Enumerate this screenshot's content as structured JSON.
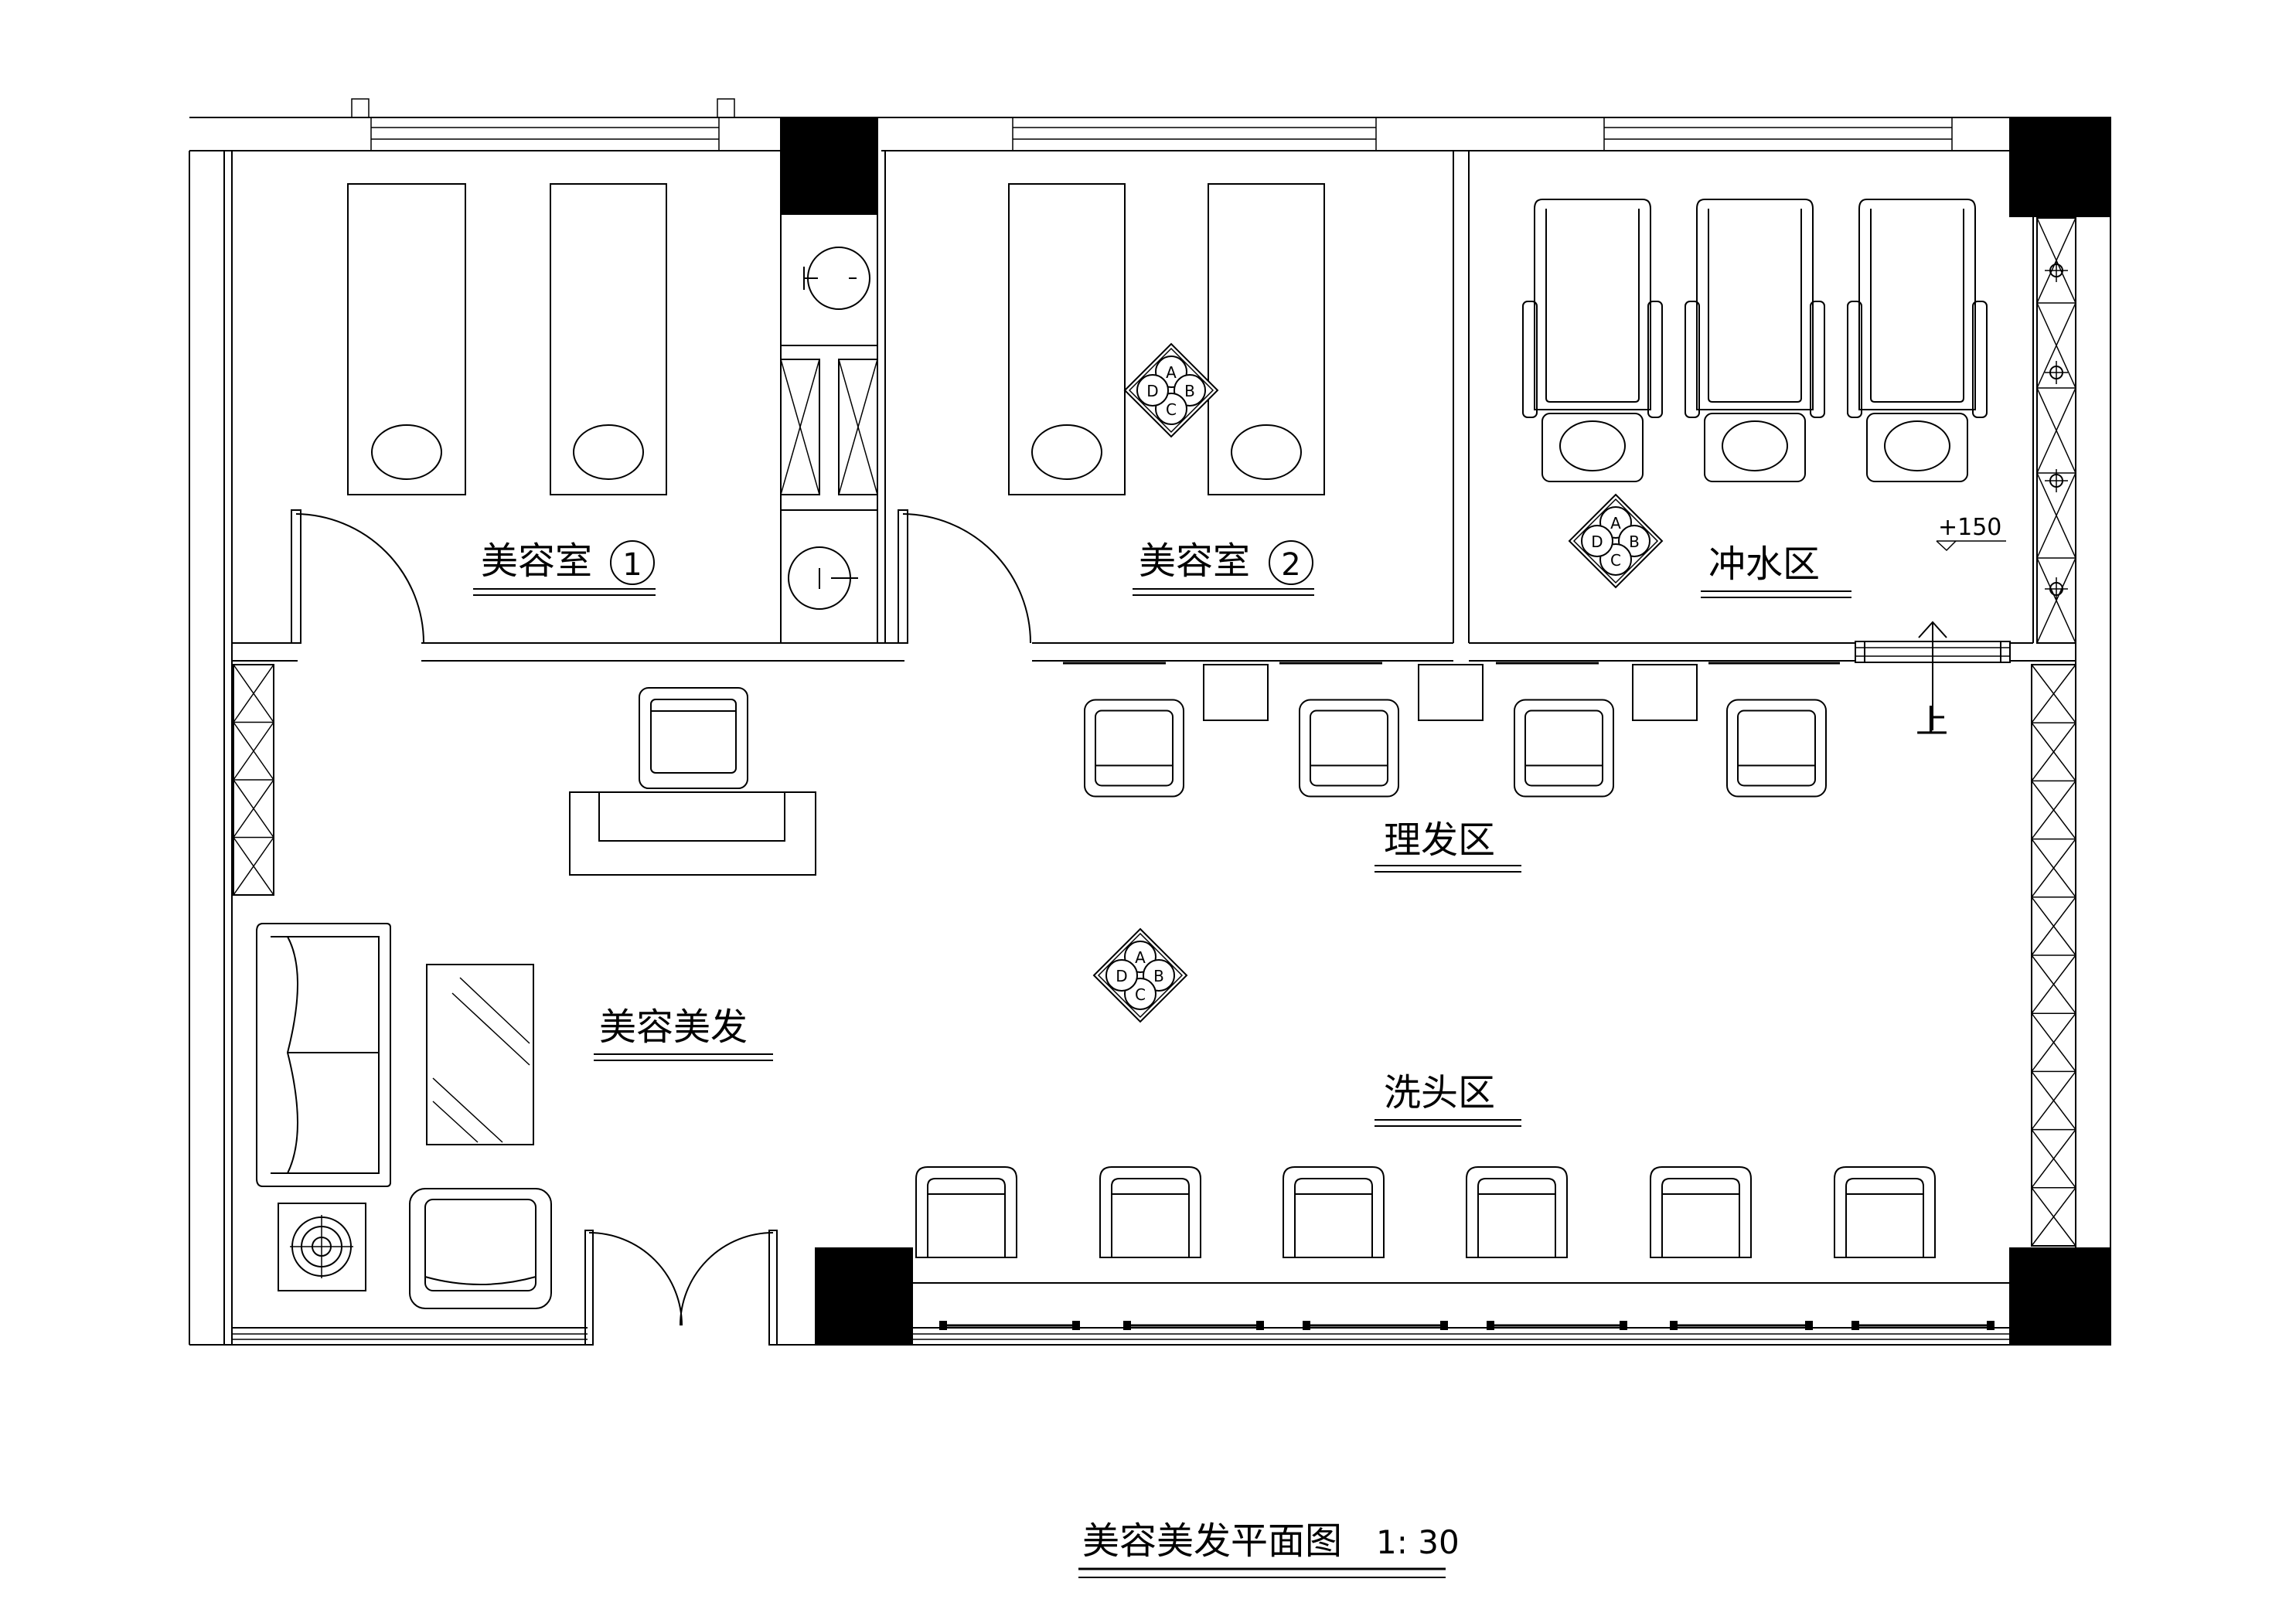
{
  "drawing": {
    "title": "美容美发平面图",
    "scale": "1: 30",
    "level_mark": "+150",
    "stair_label": "上"
  },
  "rooms": {
    "beauty_room_1": {
      "label": "美容室",
      "tag": "1"
    },
    "beauty_room_2": {
      "label": "美容室",
      "tag": "2"
    },
    "rinse_area": {
      "label": "冲水区"
    },
    "haircut_area": {
      "label": "理发区"
    },
    "main_hall": {
      "label": "美容美发"
    },
    "hair_wash_area": {
      "label": "洗头区"
    }
  },
  "sprinkler": {
    "letters": [
      "A",
      "B",
      "C",
      "D"
    ]
  }
}
